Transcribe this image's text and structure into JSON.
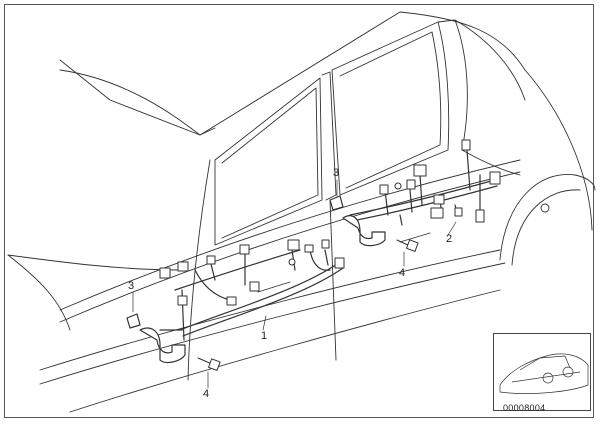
{
  "callouts": {
    "harness_front": "1",
    "harness_rear": "2",
    "grommet_front": "3",
    "grommet_rear": "3",
    "screw_front": "4",
    "screw_rear": "4"
  },
  "reference_number": "00008004"
}
